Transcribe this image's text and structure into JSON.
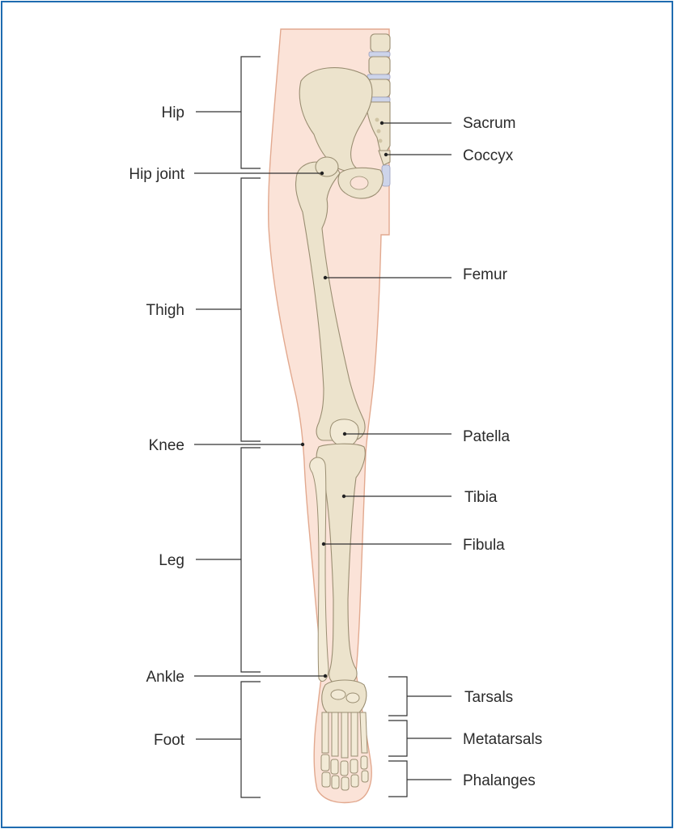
{
  "diagram": {
    "left_labels": {
      "hip": "Hip",
      "hip_joint": "Hip joint",
      "thigh": "Thigh",
      "knee": "Knee",
      "leg": "Leg",
      "ankle": "Ankle",
      "foot": "Foot"
    },
    "right_labels": {
      "sacrum": "Sacrum",
      "coccyx": "Coccyx",
      "femur": "Femur",
      "patella": "Patella",
      "tibia": "Tibia",
      "fibula": "Fibula",
      "tarsals": "Tarsals",
      "metatarsals": "Metatarsals",
      "phalanges": "Phalanges"
    },
    "colors": {
      "border": "#1e6bb0",
      "skin": "#fbe3d8",
      "bone": "#ece3cc",
      "disc": "#cdd4ea",
      "line": "#333333"
    }
  }
}
